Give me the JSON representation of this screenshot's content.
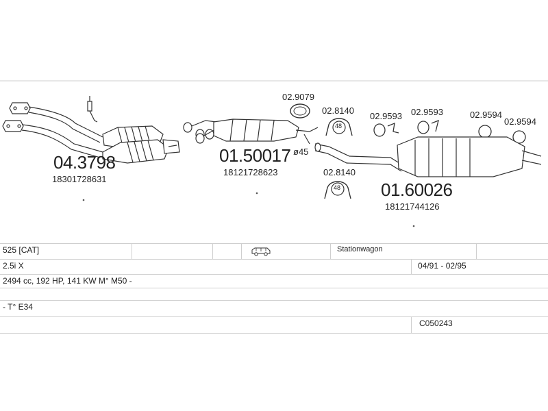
{
  "parts": {
    "p1": {
      "code": "04.3798",
      "oem": "18301728631"
    },
    "p2": {
      "code": "01.50017",
      "oem": "18121728623",
      "diameter": "ø45"
    },
    "p3": {
      "code": "01.60026",
      "oem": "18121744126"
    },
    "clamp_top": "02.9079",
    "ring_top": "02.8140",
    "ring_bottom": "02.8140",
    "ring_label": "48",
    "hanger_a": "02.9593",
    "hanger_b": "02.9593",
    "hanger_c": "02.9594",
    "hanger_d": "02.9594"
  },
  "table": {
    "row1": {
      "model": "525  [CAT]",
      "body": "Stationwagon"
    },
    "row2": {
      "engine": "2.5i  X",
      "years": "04/91 - 02/95"
    },
    "row3": {
      "spec": "2494 cc, 192 HP, 141 KW M° M50 -"
    },
    "row4": {
      "chassis": "- T° E34"
    },
    "row6": {
      "ref": "C050243"
    }
  },
  "icons": {
    "vehicle": "station-wagon-icon"
  }
}
